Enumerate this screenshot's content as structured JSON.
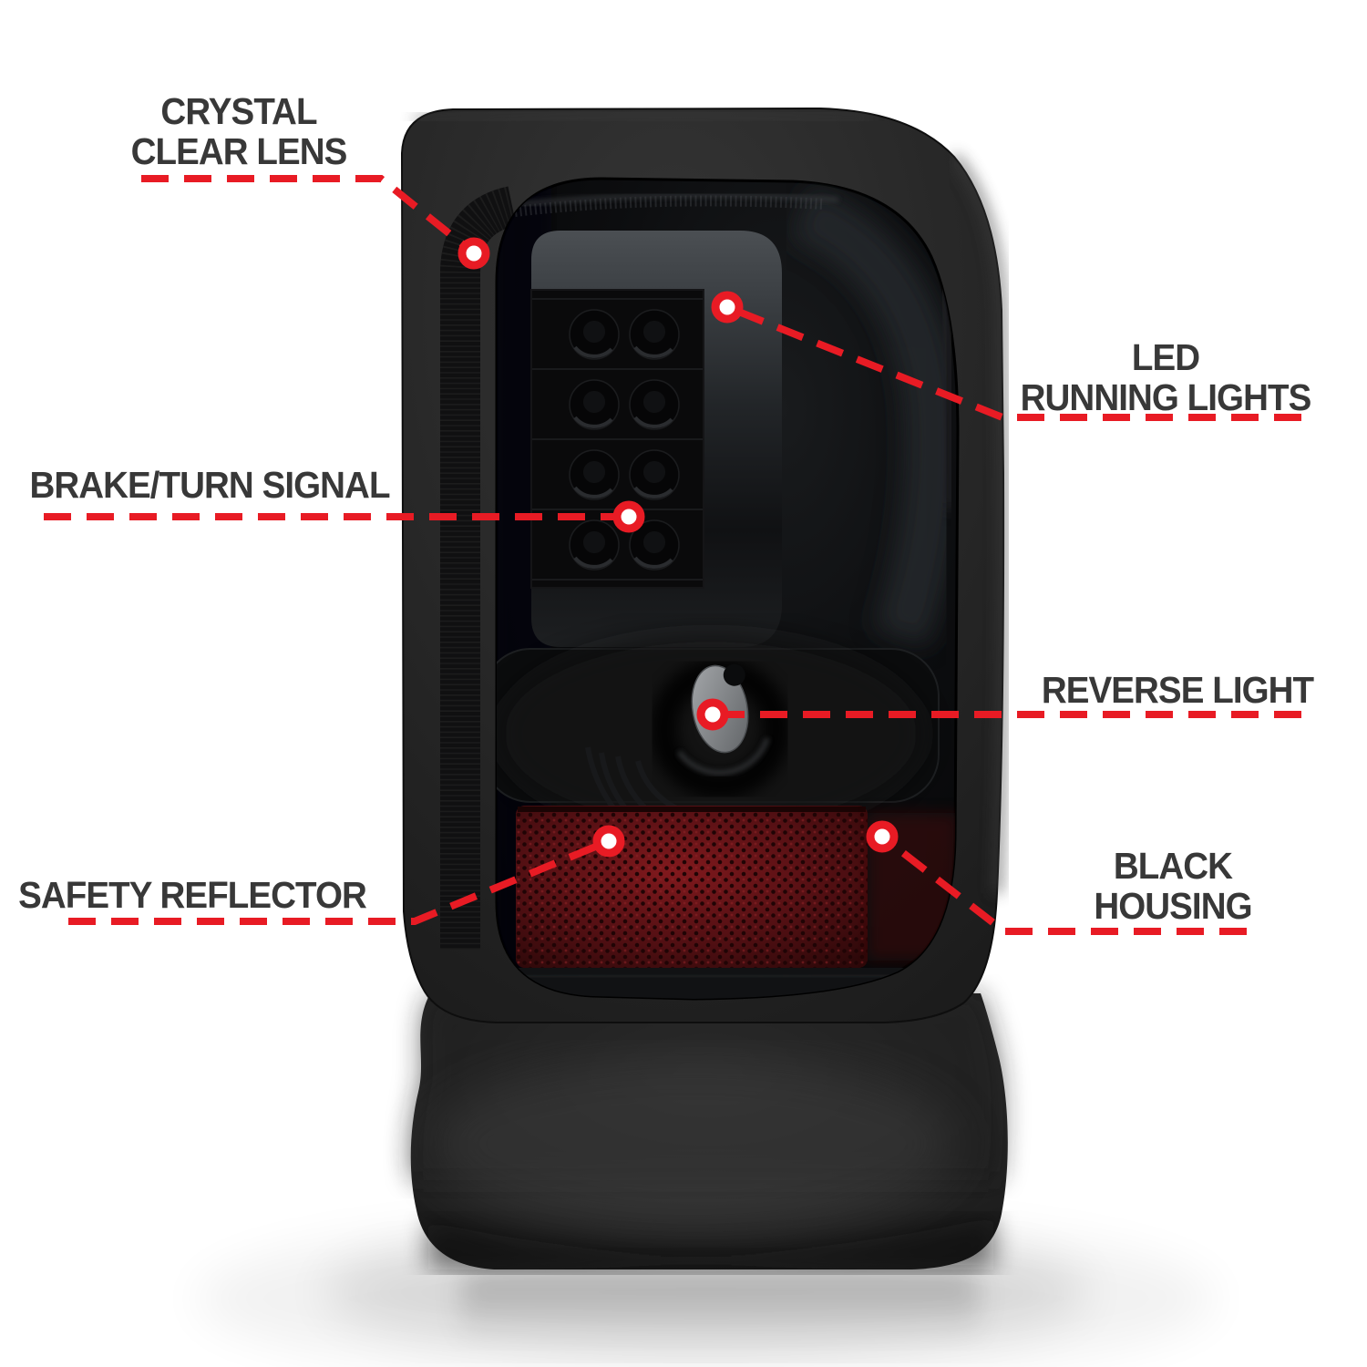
{
  "colors": {
    "background": "#ffffff",
    "accent_red": "#e81b24",
    "label_text": "#383838",
    "housing_black": "#262626",
    "reflector_red": "#5a1115"
  },
  "callouts": [
    {
      "id": "crystal-clear-lens",
      "lines": [
        "CRYSTAL",
        "CLEAR LENS"
      ]
    },
    {
      "id": "led-running-lights",
      "lines": [
        "LED",
        "RUNNING LIGHTS"
      ]
    },
    {
      "id": "brake-turn-signal",
      "lines": [
        "BRAKE/TURN SIGNAL"
      ]
    },
    {
      "id": "reverse-light",
      "lines": [
        "REVERSE LIGHT"
      ]
    },
    {
      "id": "safety-reflector",
      "lines": [
        "SAFETY REFLECTOR"
      ]
    },
    {
      "id": "black-housing",
      "lines": [
        "BLACK",
        "HOUSING"
      ]
    }
  ]
}
